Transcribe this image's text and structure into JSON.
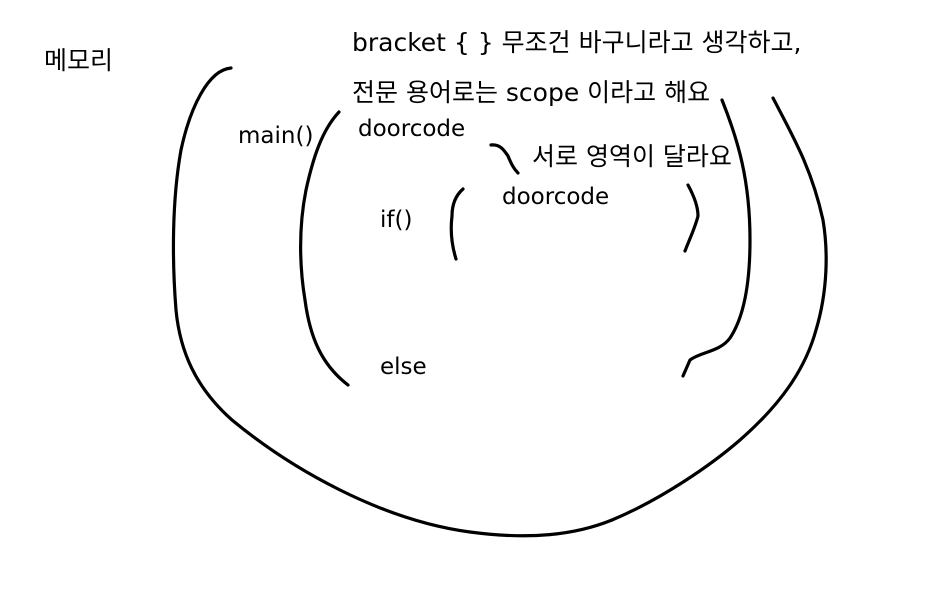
{
  "labels": {
    "memory": "메모리",
    "bracket_note_line1": "bracket { } 무조건 바구니라고 생각하고,",
    "bracket_note_line2": "전문 용어로는 scope 이라고 해요",
    "main": "main()",
    "doorcode_outer": "doorcode",
    "different_areas": "서로 영역이 달라요",
    "doorcode_inner": "doorcode",
    "if_block": "if()",
    "else_block": "else"
  },
  "colors": {
    "ink": "#000000",
    "background": "#ffffff"
  }
}
